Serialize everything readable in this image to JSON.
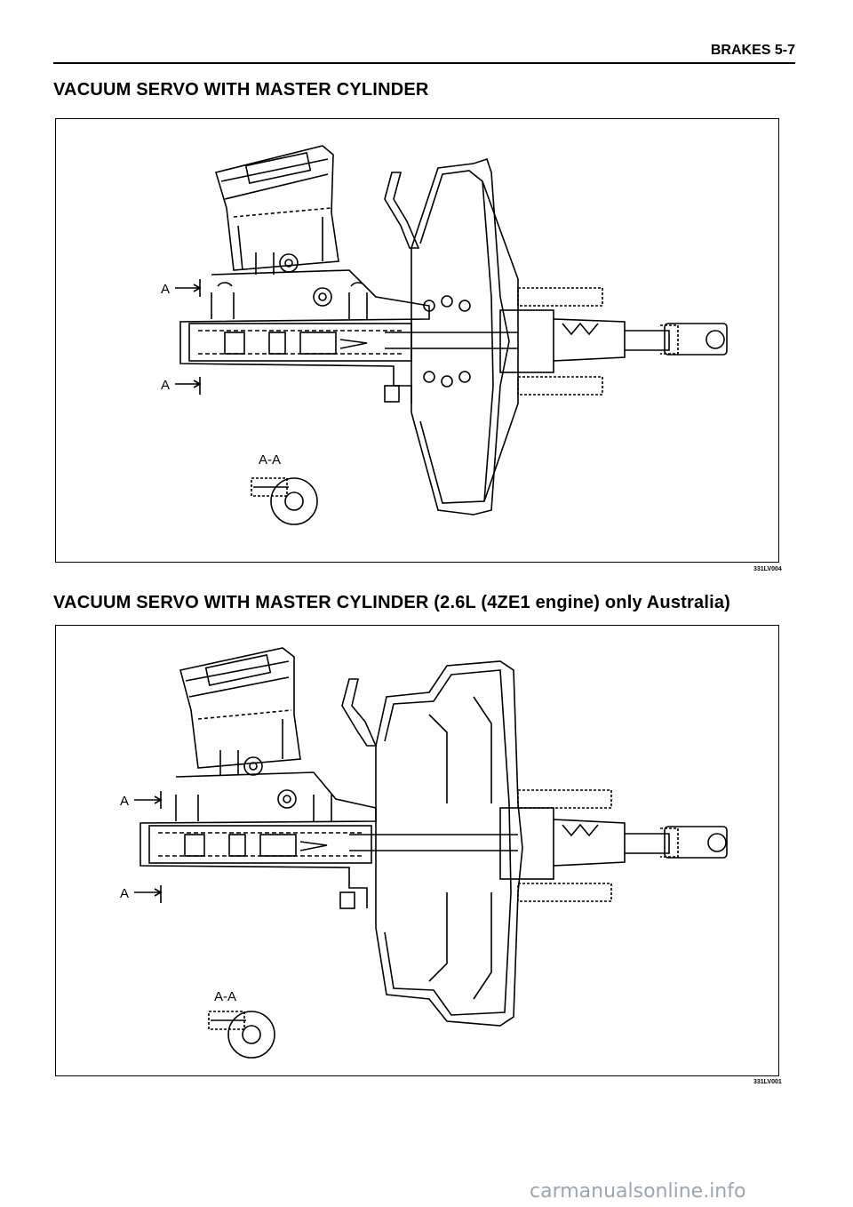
{
  "header": {
    "section": "BRAKES 5-7"
  },
  "figure1": {
    "title": "VACUUM SERVO WITH MASTER CYLINDER",
    "code": "331LV004",
    "label_a": "A",
    "label_section": "A-A"
  },
  "figure2": {
    "title": "VACUUM SERVO WITH MASTER CYLINDER (2.6L (4ZE1 engine) only Australia)",
    "code": "331LV001",
    "label_a": "A",
    "label_section": "A-A"
  },
  "watermark": "carmanualsonline.info"
}
